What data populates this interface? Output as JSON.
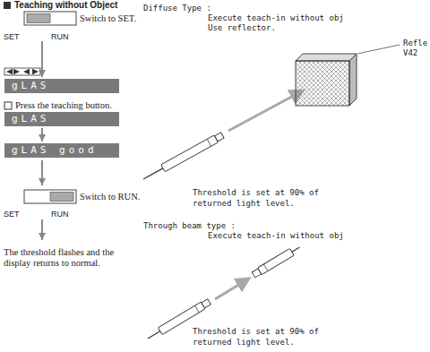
{
  "diagram": {
    "title": "Teaching without Object",
    "nodes": [
      {
        "text": [
          "Switch to SET."
        ]
      },
      {
        "text": [
          "gLAS"
        ]
      },
      {
        "text": [
          "Press the teaching button."
        ]
      },
      {
        "text": [
          "gLAS"
        ]
      },
      {
        "text": [
          "gLAS good"
        ]
      },
      {
        "text": [
          "Switch to RUN."
        ]
      },
      {
        "text": [
          "The threshold flashes and the display returns to normal."
        ]
      }
    ],
    "edges": [
      {
        "from": 0,
        "to": 1,
        "arrow": "to"
      },
      {
        "from": 3,
        "to": 4,
        "arrow": "to"
      },
      {
        "from": 4,
        "to": 5,
        "arrow": "to"
      },
      {
        "from": 5,
        "to": 6,
        "arrow": "to"
      }
    ],
    "labels": [
      "SET",
      "RUN",
      "SET",
      "RUN",
      "Diffuse Type :",
      "Execute teach-in without obj",
      "Use reflector.",
      "Refle",
      "V42",
      "Threshold is set at 90% of returned light level.",
      "Through beam type :",
      "Execute teach-in without obj",
      "Threshold is set at 90% of returned light level."
    ]
  }
}
